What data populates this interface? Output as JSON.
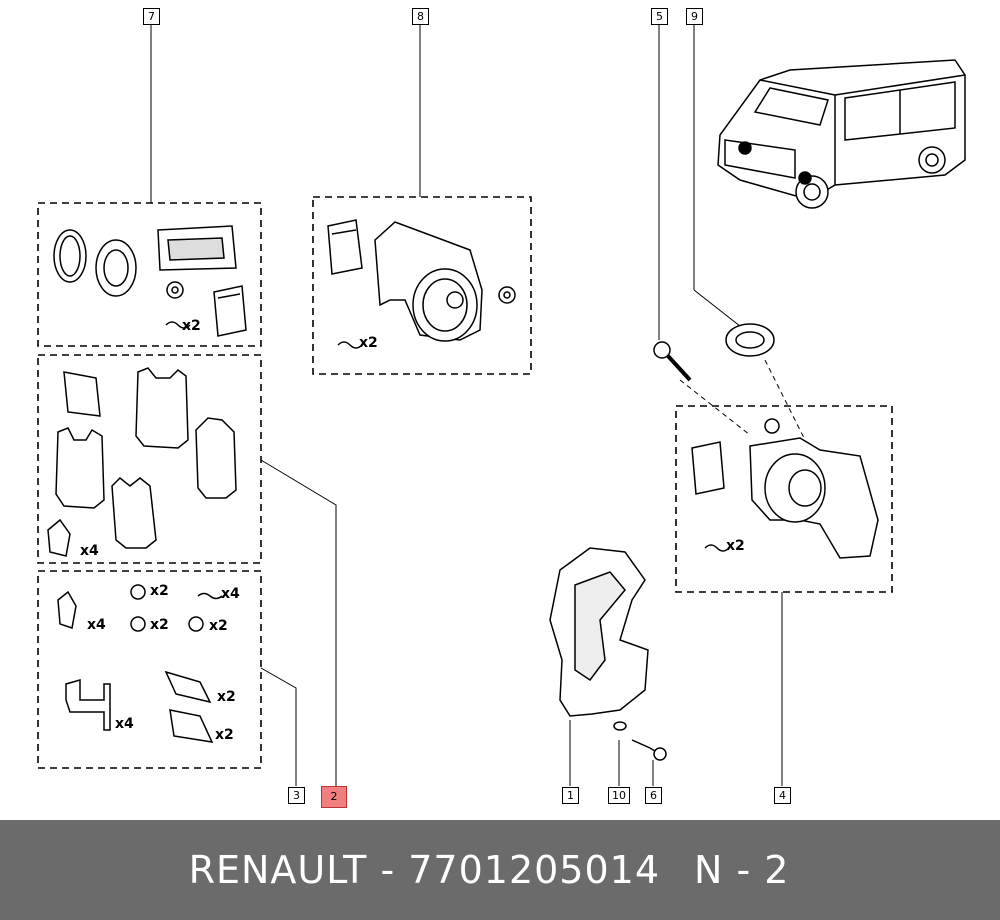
{
  "callouts": {
    "c1": "1",
    "c2": "2",
    "c3": "3",
    "c4": "4",
    "c5": "5",
    "c6": "6",
    "c7": "7",
    "c8": "8",
    "c9": "9",
    "c10": "10"
  },
  "quantities": {
    "q_seal_kit_x2": "x2",
    "q_caliper_x2": "x2",
    "q_pads_clip_x4": "x4",
    "q_hw_clip_x4": "x4",
    "q_hw_nut_x2": "x2",
    "q_hw_chain_x4": "x4",
    "q_hw_washer_x2": "x2",
    "q_hw_washer2_x2": "x2",
    "q_hw_spring_x4": "x4",
    "q_hw_plate_x2": "x2",
    "q_hw_plate2_x2": "x2",
    "q_assembly_x2": "x2"
  },
  "colors": {
    "highlight": "#f07f7f",
    "footer_bg": "#6b6b6b",
    "footer_text": "#ffffff"
  },
  "footer": {
    "part_label": "RENAULT - 7701205014",
    "page_label": "N - 2"
  }
}
